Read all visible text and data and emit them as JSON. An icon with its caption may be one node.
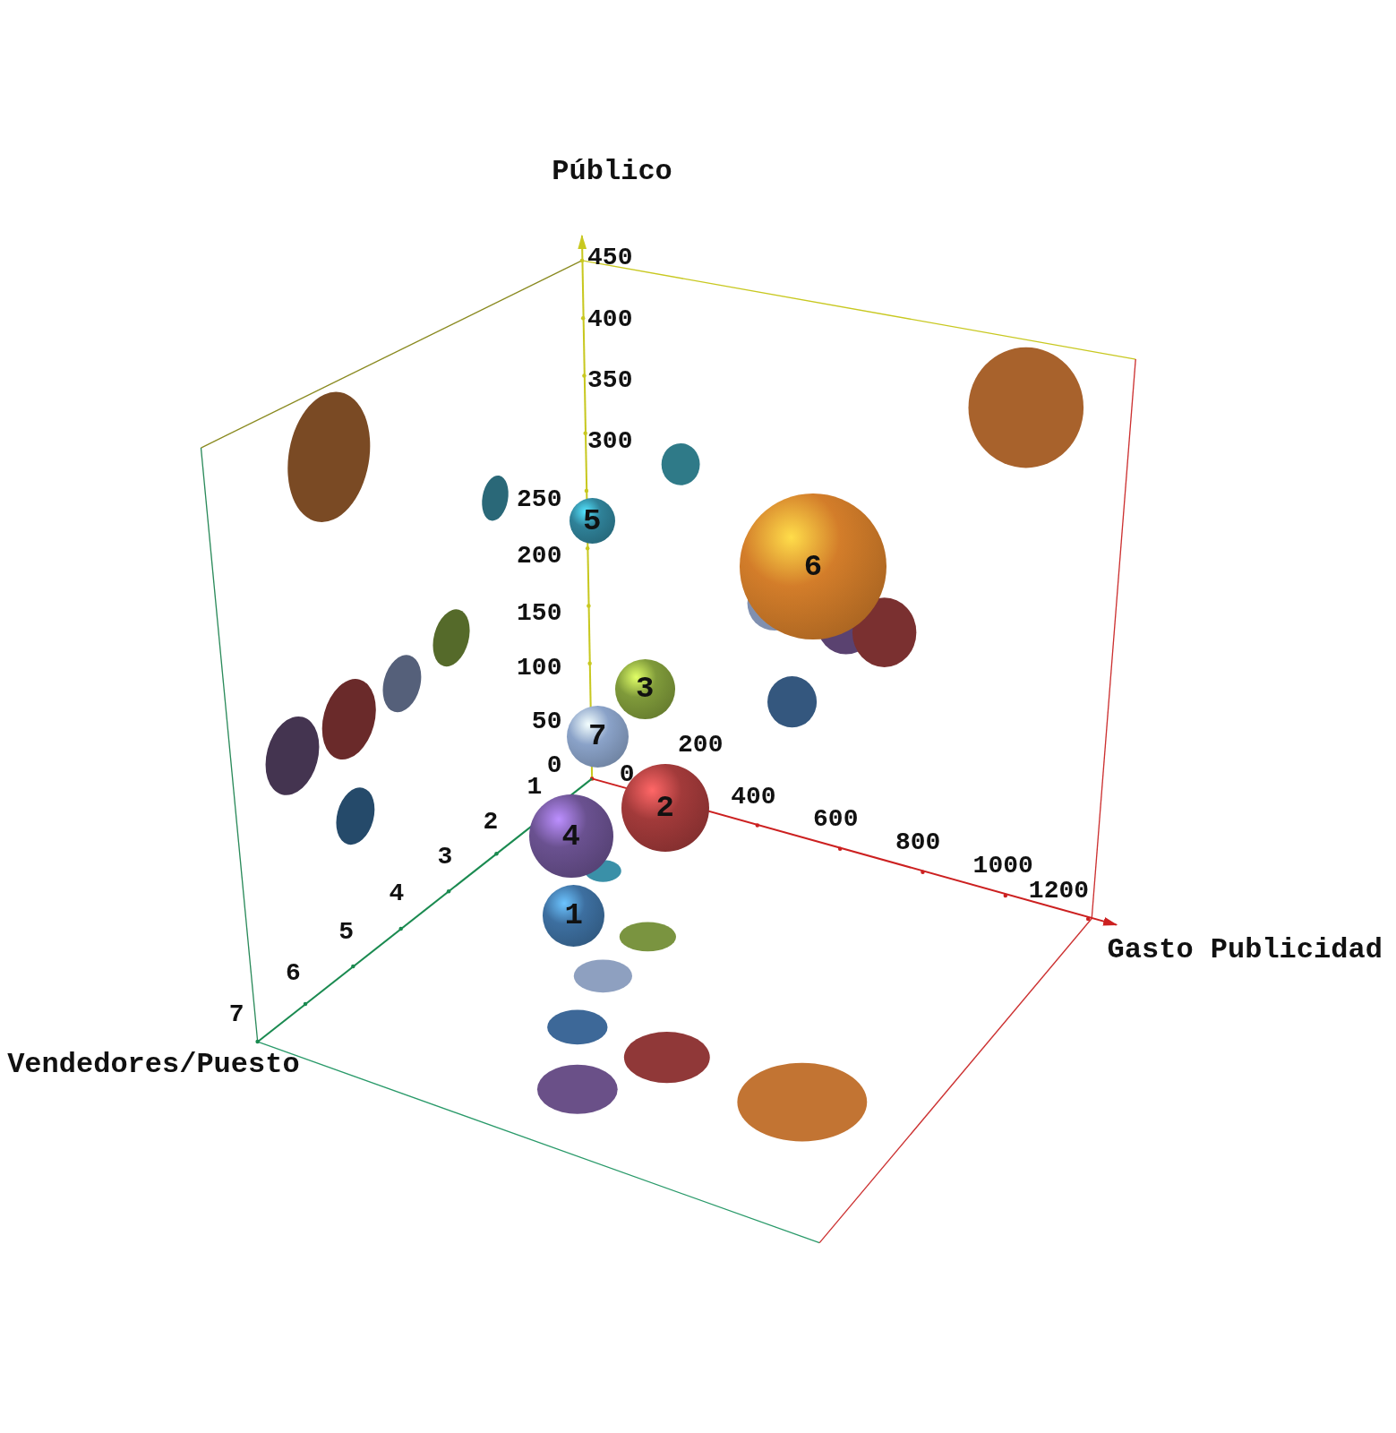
{
  "diagram": {
    "nodes": [
      {
        "text": [
          "1"
        ]
      },
      {
        "text": [
          "2"
        ]
      },
      {
        "text": [
          "3"
        ]
      },
      {
        "text": [
          "4"
        ]
      },
      {
        "text": [
          "5"
        ]
      },
      {
        "text": [
          "6"
        ]
      },
      {
        "text": [
          "7"
        ]
      }
    ],
    "labels": [
      "Público",
      "450",
      "400",
      "350",
      "300",
      "250",
      "200",
      "150",
      "100",
      "50",
      "0",
      "0",
      "200",
      "400",
      "600",
      "800",
      "1000",
      "1200",
      "Gasto Publicidad",
      "1",
      "2",
      "3",
      "4",
      "5",
      "6",
      "7",
      "Vendedores/Puesto"
    ]
  }
}
